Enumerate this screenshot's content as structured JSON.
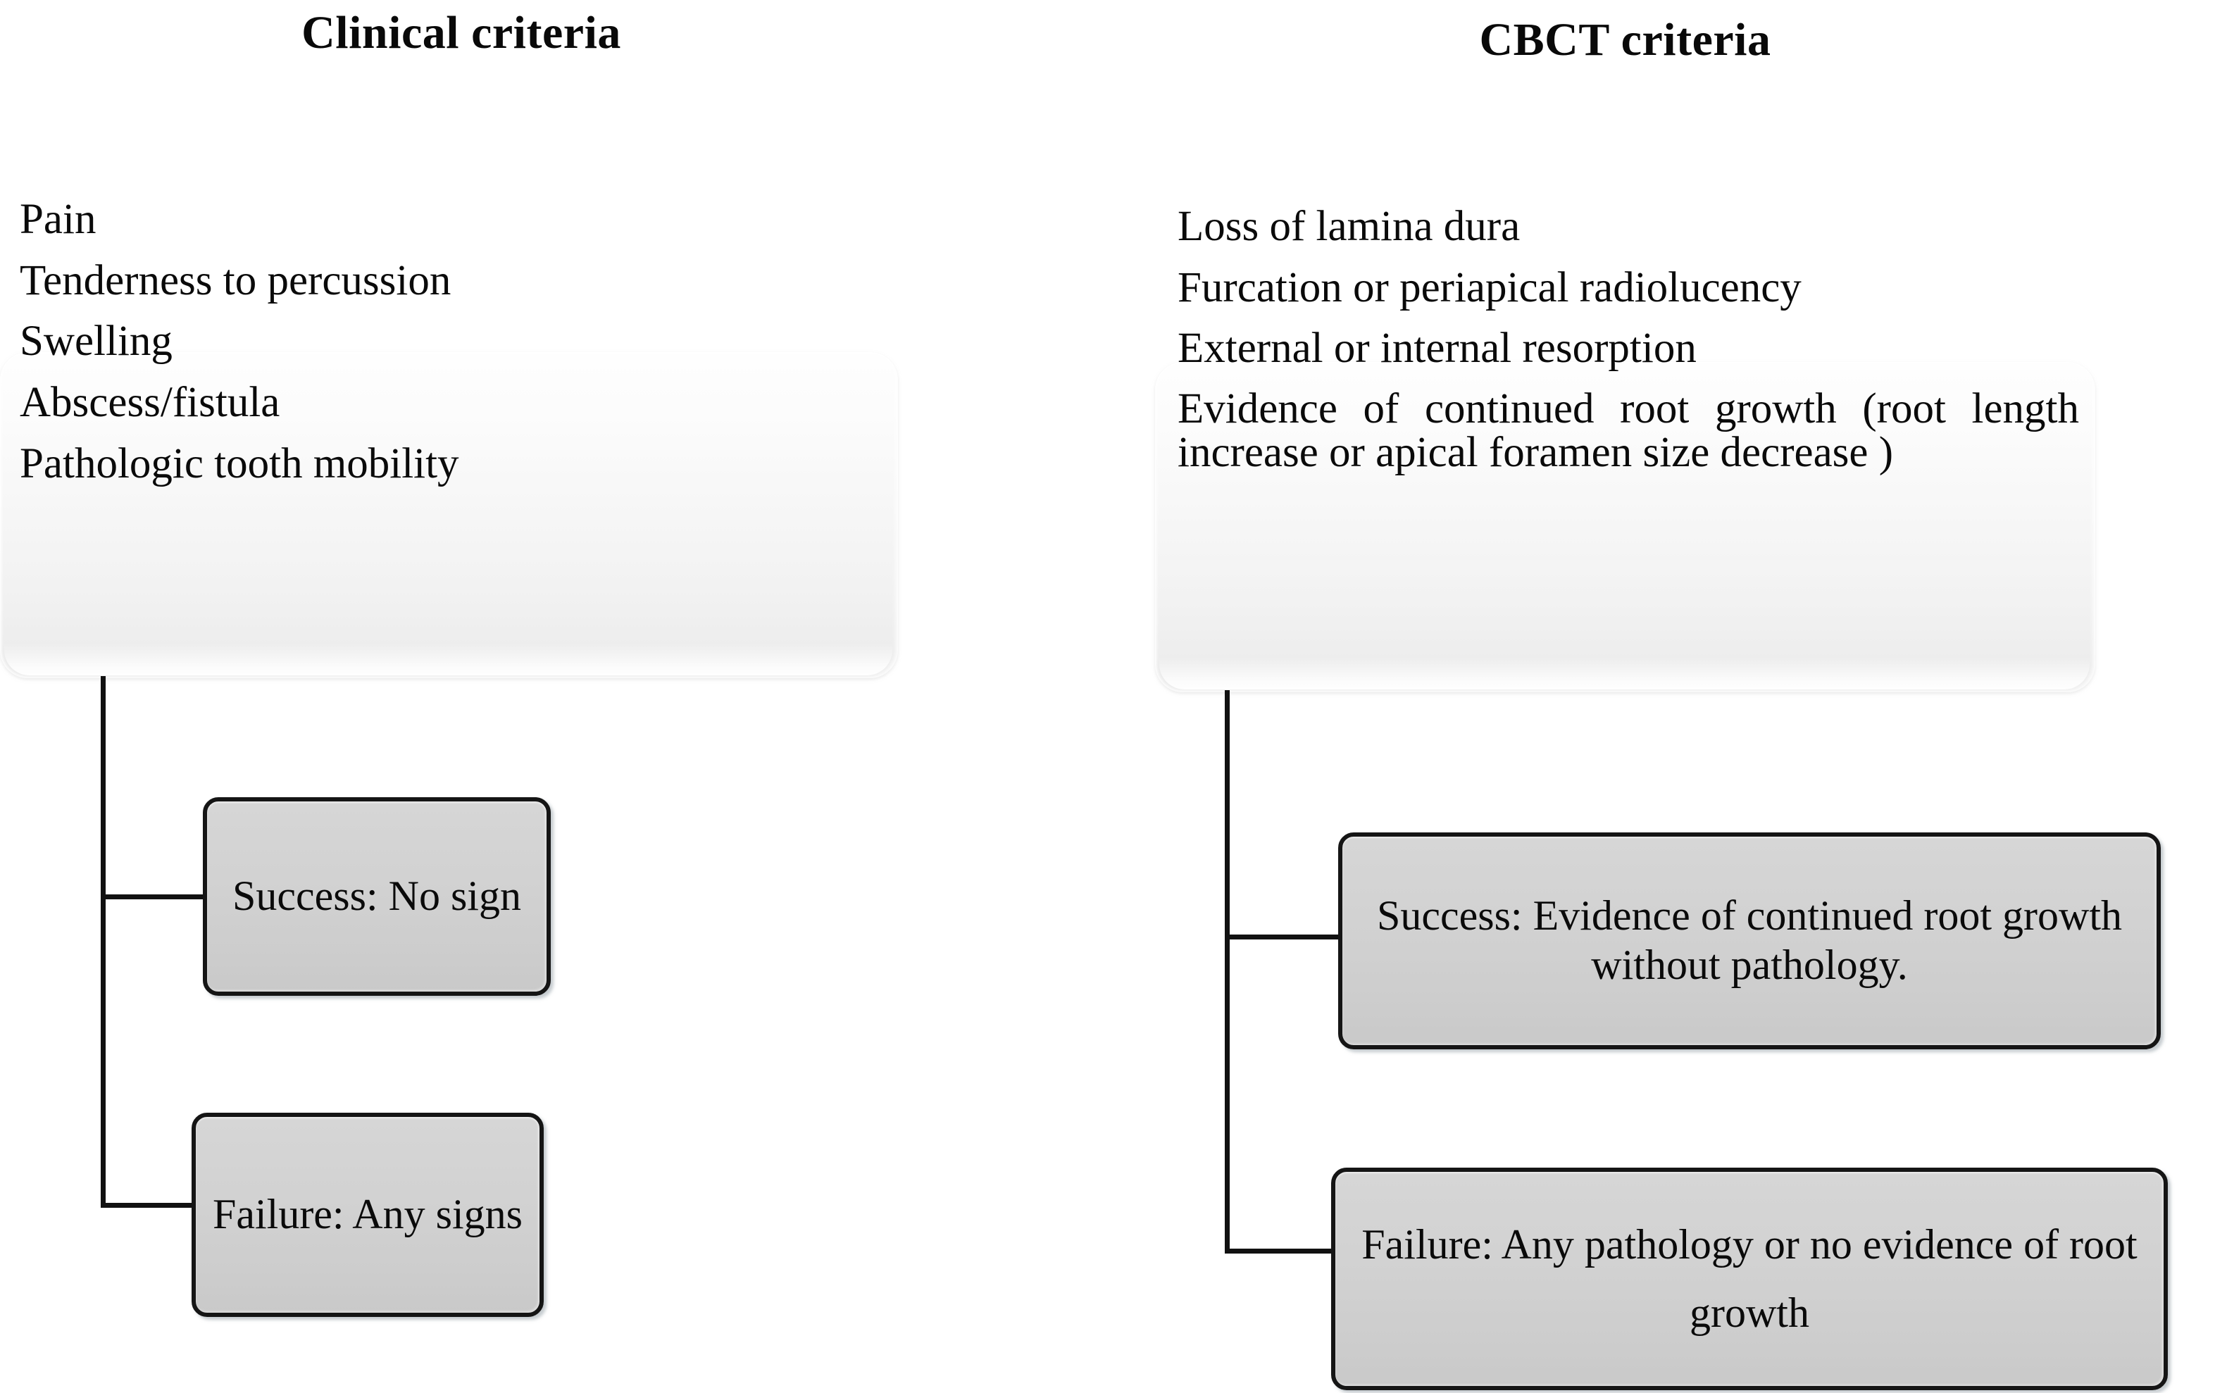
{
  "columns": [
    {
      "id": "clinical",
      "title": "Clinical criteria",
      "criteria": [
        "Pain",
        "Tenderness to percussion",
        "Swelling",
        "Abscess/fistula",
        "Pathologic tooth mobility"
      ],
      "outcomes": [
        {
          "id": "success",
          "label": "Success: No sign"
        },
        {
          "id": "failure",
          "label": "Failure: Any signs"
        }
      ]
    },
    {
      "id": "cbct",
      "title": "CBCT criteria",
      "criteria": [
        "Loss of lamina dura",
        "Furcation or periapical radiolucency",
        "External or internal resorption",
        "Evidence of continued root growth (root length increase or apical foramen size decrease )"
      ],
      "outcomes": [
        {
          "id": "success",
          "label": "Success: Evidence of continued root growth without pathology."
        },
        {
          "id": "failure",
          "label": "Failure: Any pathology or no evidence of root growth"
        }
      ]
    }
  ],
  "style": {
    "background_color": "#ffffff",
    "text_color": "#0a0a0a",
    "panel_fill_top": "#fefefe",
    "panel_fill_bottom": "#e9e9e9",
    "box_fill": "#d2d2d2",
    "box_border_color": "#151515",
    "connector_color": "#111111"
  }
}
